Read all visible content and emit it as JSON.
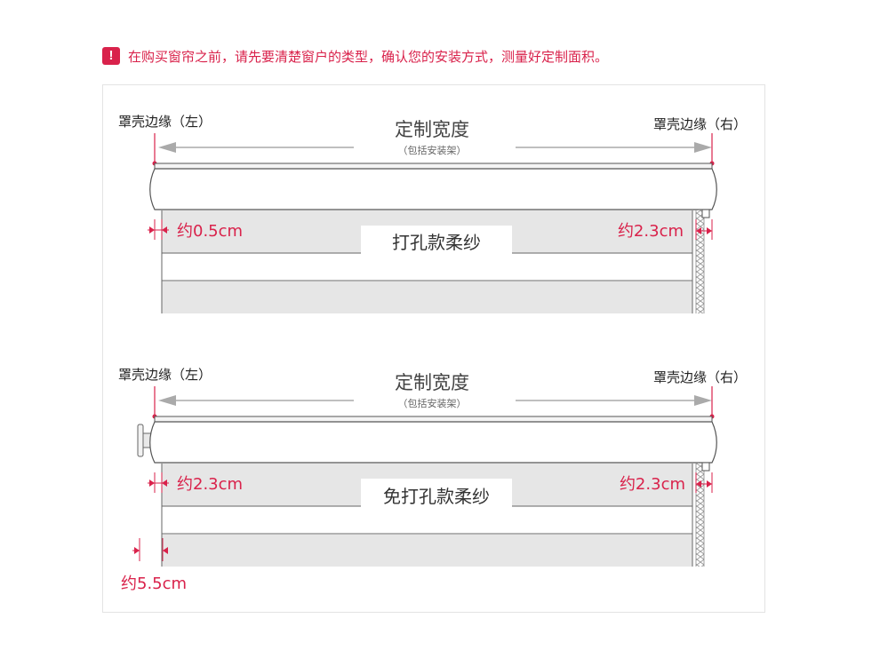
{
  "notice": {
    "icon": "exclamation-icon",
    "text": "在购买窗帘之前，请先要清楚窗户的类型，确认您的安装方式，测量好定制面积。"
  },
  "colors": {
    "accent": "#d9224b",
    "line": "#666666",
    "shade": "#e6e6e6",
    "arrow": "#aaaaaa"
  },
  "diagrams": [
    {
      "edge_left": "罩壳边缘（左）",
      "edge_right": "罩壳边缘（右）",
      "width_title": "定制宽度",
      "width_note": "（包括安装架）",
      "left_gap": "约0.5cm",
      "right_gap": "约2.3cm",
      "product": "打孔款柔纱"
    },
    {
      "edge_left": "罩壳边缘（左）",
      "edge_right": "罩壳边缘（右）",
      "width_title": "定制宽度",
      "width_note": "（包括安装架）",
      "left_gap": "约2.3cm",
      "right_gap": "约2.3cm",
      "product": "免打孔款柔纱",
      "bracket_gap": "约5.5cm"
    }
  ]
}
